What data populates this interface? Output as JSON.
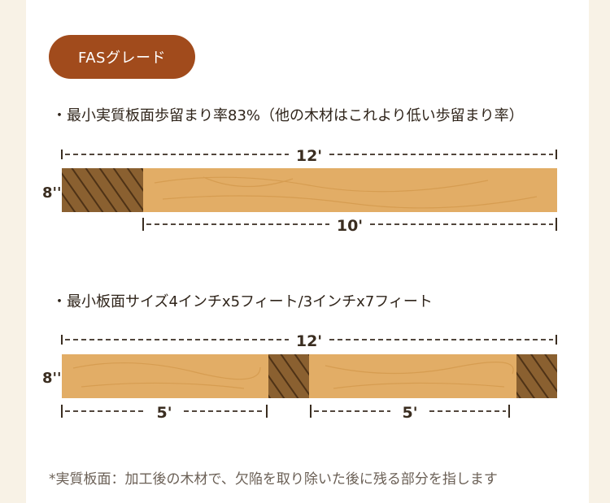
{
  "badge": "FASグレード",
  "bullets": {
    "yield": "・最小実質板面歩留まり率83%（他の木材はこれより低い歩留まり率）",
    "size": "・最小板面サイズ4インチx5フィート/3インチx7フィート"
  },
  "diagram1": {
    "total_length": "12'",
    "clear_length": "10'",
    "width": "8''"
  },
  "diagram2": {
    "total_length": "12'",
    "clear1": "5'",
    "clear2": "5'",
    "width": "8''"
  },
  "note": "*実質板面：加工後の木材で、欠陥を取り除いた後に残る部分を指します",
  "colors": {
    "badge": "#a14b1c",
    "wood": "#e2ad66",
    "defect": "#7a5426",
    "background": "#f8f2e6"
  }
}
